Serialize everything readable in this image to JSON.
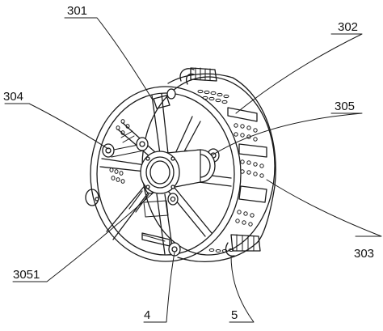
{
  "colors": {
    "line": "#1a1a1a",
    "fill": "#ffffff"
  },
  "references": [
    {
      "id": "ref-301",
      "text": "301"
    },
    {
      "id": "ref-302",
      "text": "302"
    },
    {
      "id": "ref-304",
      "text": "304"
    },
    {
      "id": "ref-305",
      "text": "305"
    },
    {
      "id": "ref-3051",
      "text": "3051"
    },
    {
      "id": "ref-303",
      "text": "303"
    },
    {
      "id": "ref-4",
      "text": "4"
    },
    {
      "id": "ref-5",
      "text": "5"
    }
  ]
}
